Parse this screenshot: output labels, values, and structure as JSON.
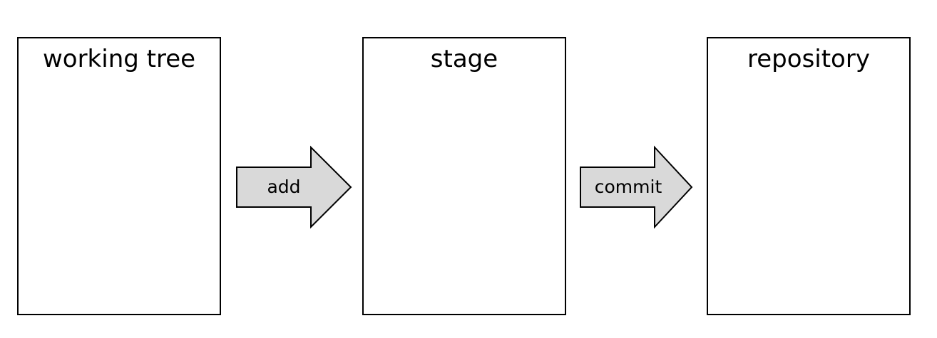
{
  "diagram": {
    "boxes": {
      "working_tree": "working tree",
      "stage": "stage",
      "repository": "repository"
    },
    "arrows": {
      "add": "add",
      "commit": "commit"
    },
    "colors": {
      "arrow_fill": "#d9d9d9",
      "stroke": "#000000",
      "box_fill": "#ffffff"
    }
  }
}
